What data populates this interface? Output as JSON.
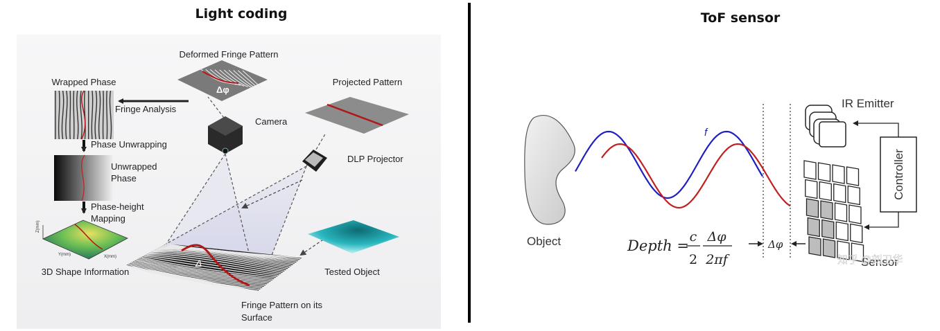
{
  "left_panel": {
    "title": "Light coding",
    "labels": {
      "deformed_fringe_pattern": "Deformed Fringe Pattern",
      "delta_phi": "Δφ",
      "wrapped_phase": "Wrapped Phase",
      "fringe_analysis": "Fringe Analysis",
      "camera": "Camera",
      "projected_pattern": "Projected Pattern",
      "dlp_projector": "DLP Projector",
      "phase_unwrapping": "Phase Unwrapping",
      "unwrapped_phase_1": "Unwrapped",
      "unwrapped_phase_2": "Phase",
      "phase_height_1": "Phase-height",
      "phase_height_2": "Mapping",
      "shape_info": "3D Shape Information",
      "tested_object": "Tested Object",
      "fringe_surface_1": "Fringe Pattern on its",
      "fringe_surface_2": "Surface",
      "z_axis": "Z(mm)",
      "y_axis": "Y(mm)",
      "x_axis": "X(mm)"
    }
  },
  "right_panel": {
    "title": "ToF sensor",
    "labels": {
      "ir_emitter": "IR Emitter",
      "controller": "Controller",
      "object": "Object",
      "sensor": "Sensor",
      "f": "f",
      "delta_phi": "Δφ",
      "formula_lhs": "Depth =",
      "frac1_num": "c",
      "frac1_den": "2",
      "frac2_num": "Δφ",
      "frac2_den": "2πf",
      "watermark": "知乎 @刘卫华"
    }
  },
  "colors": {
    "divider": "#000000",
    "wave_blue": "#1f1fc0",
    "wave_red": "#c01f1f",
    "fringe_red": "#b01818",
    "object_cyan": "#2fb8c0",
    "shape_green": "#4aa060"
  }
}
